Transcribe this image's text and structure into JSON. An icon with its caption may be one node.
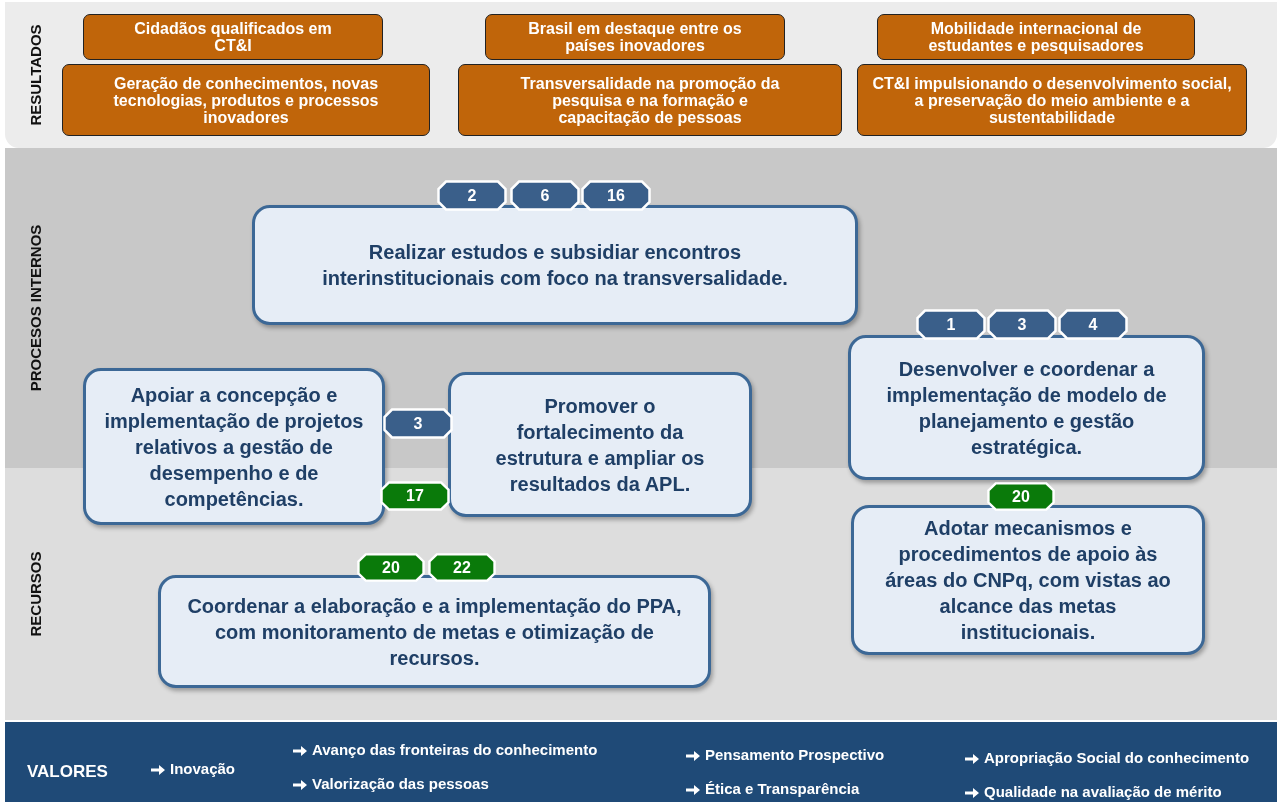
{
  "diagram": {
    "nodes": [
      {
        "text": [
          "RESULTADOS"
        ]
      },
      {
        "text": [
          "Cidadãos qualificados em CT&I"
        ],
        "in": 0
      },
      {
        "text": [
          "Brasil em destaque entre os países inovadores"
        ],
        "in": 0
      },
      {
        "text": [
          "Mobilidade internacional de estudantes e pesquisadores"
        ],
        "in": 0
      },
      {
        "text": [
          "Geração de conhecimentos, novas tecnologias, produtos e processos inovadores"
        ],
        "in": 0
      },
      {
        "text": [
          "Transversalidade na promoção da pesquisa e na formação e capacitação de pessoas"
        ],
        "in": 0
      },
      {
        "text": [
          "CT&I impulsionando o desenvolvimento social, a preservação do meio ambiente e a sustentabilidade"
        ],
        "in": 0
      },
      {
        "text": [
          "PROCESOS INTERNOS"
        ]
      },
      {
        "text": [
          "RECURSOS"
        ]
      },
      {
        "text": [
          "VALORES",
          "Inovação",
          "Avanço das fronteiras do conhecimento",
          "Valorização das pessoas",
          "Pensamento Prospectivo",
          "Ética e Transparência",
          "Apropriação Social do conhecimento",
          "Qualidade na avaliação de mérito"
        ]
      },
      {
        "text": [
          "2"
        ],
        "in": 7
      },
      {
        "text": [
          "6"
        ],
        "in": 7
      },
      {
        "text": [
          "16"
        ],
        "in": 7
      },
      {
        "text": [
          "Realizar estudos e subsidiar encontros interinstitucionais com foco na transversalidade."
        ],
        "in": 7
      },
      {
        "text": [
          "1"
        ],
        "in": 7
      },
      {
        "text": [
          "3"
        ],
        "in": 7
      },
      {
        "text": [
          "4"
        ],
        "in": 7
      },
      {
        "text": [
          "Desenvolver e coordenar a implementação de modelo de planejamento e gestão estratégica."
        ],
        "in": 7
      },
      {
        "text": [
          "Apoiar a concepção e implementação de projetos relativos a gestão de desempenho e de competências."
        ]
      },
      {
        "text": [
          "3"
        ],
        "in": 7
      },
      {
        "text": [
          "Promover o fortalecimento da estrutura e ampliar os resultados da APL."
        ]
      },
      {
        "text": [
          "17"
        ],
        "in": 8
      },
      {
        "text": [
          "20"
        ],
        "in": 8
      },
      {
        "text": [
          "Adotar mecanismos e procedimentos de apoio às áreas do CNPq, com vistas ao alcance das metas institucionais."
        ],
        "in": 8
      },
      {
        "text": [
          "20"
        ],
        "in": 8
      },
      {
        "text": [
          "22"
        ],
        "in": 8
      },
      {
        "text": [
          "Coordenar a elaboração e a implementação do PPA, com monitoramento de metas e otimização de recursos."
        ],
        "in": 8
      }
    ],
    "edges": []
  }
}
